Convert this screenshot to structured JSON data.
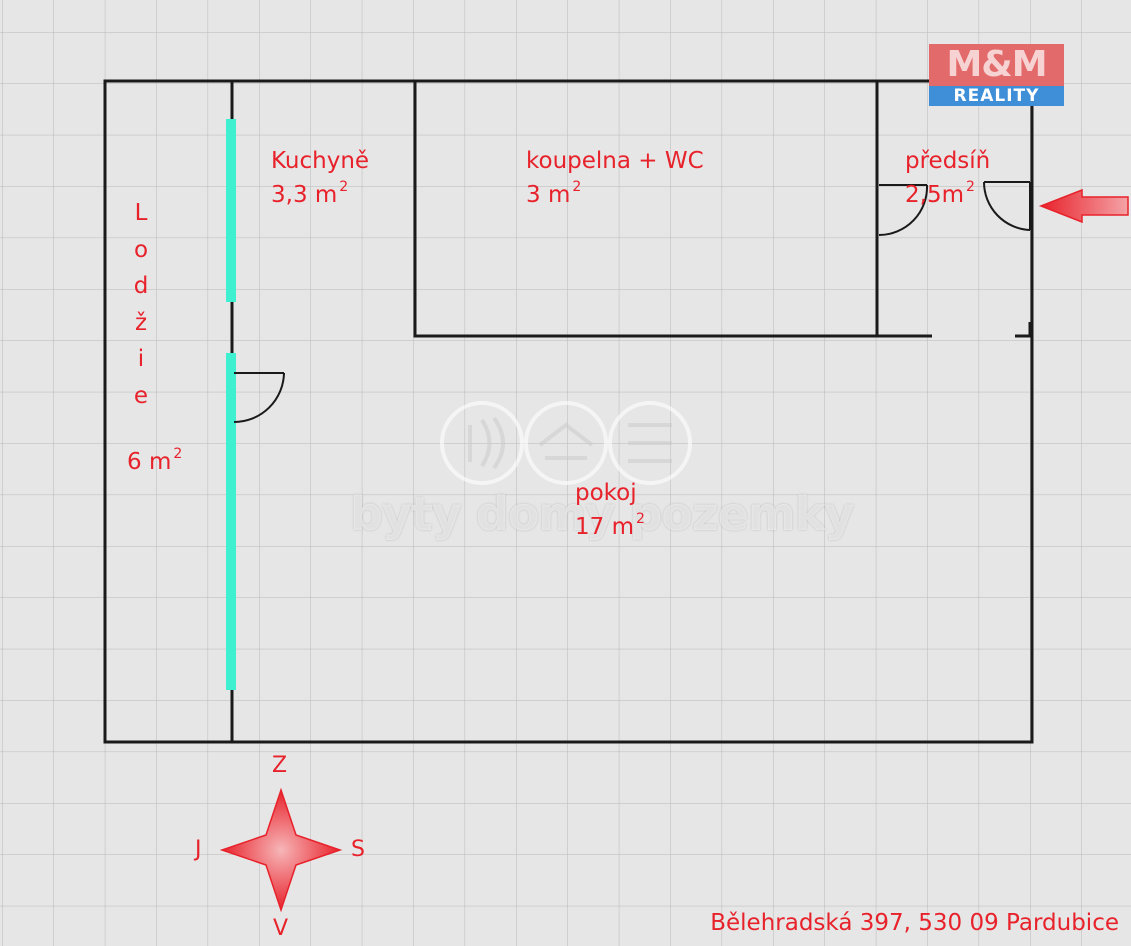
{
  "logo": {
    "top": "M&M",
    "bottom": "REALITY"
  },
  "rooms": {
    "kitchen": {
      "name": "Kuchyně",
      "area": "3,3 m",
      "sup": "2"
    },
    "bathroom": {
      "name": "koupelna + WC",
      "area": "3 m",
      "sup": "2"
    },
    "hall": {
      "name": "předsíň",
      "area": "2,5m",
      "sup": "2"
    },
    "loggia": {
      "letters": [
        "L",
        "o",
        "d",
        "ž",
        "i",
        "e"
      ],
      "area": "6 m",
      "sup": "2"
    },
    "room": {
      "name": "pokoj",
      "area": "17 m",
      "sup": "2"
    }
  },
  "watermark": {
    "text": "byty domy pozemky"
  },
  "compass": {
    "north": "Z",
    "south": "V",
    "west": "J",
    "east": "S"
  },
  "address": "Bělehradská 397, 530 09 Pardubice",
  "colors": {
    "label": "#e8222b",
    "window": "#3ff0d0",
    "wall": "#1a1a1a",
    "grid": "#b8b8b8",
    "background": "#e6e6e6"
  }
}
